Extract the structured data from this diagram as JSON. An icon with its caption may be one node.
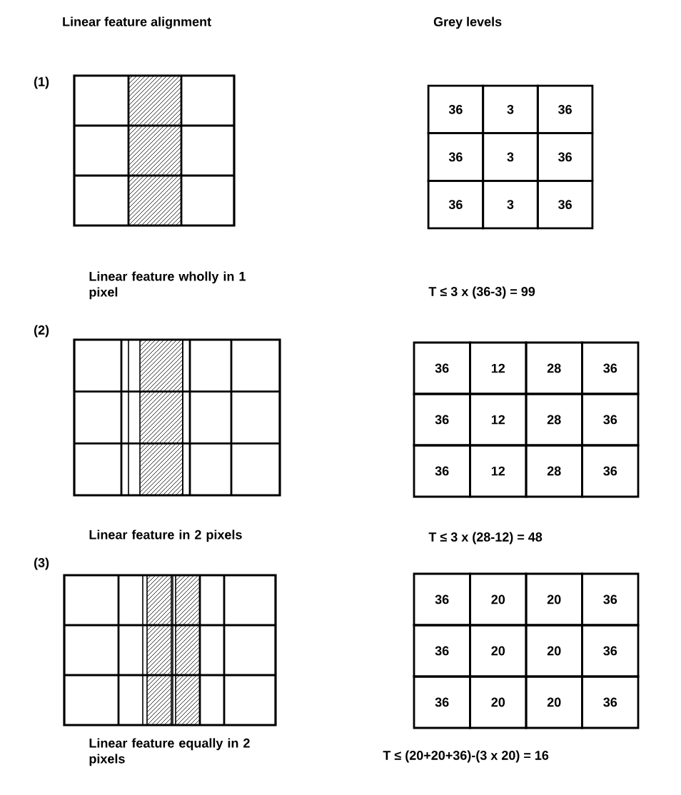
{
  "diagram": {
    "labels": [
      "Linear feature alignment",
      "Grey levels",
      "(1)",
      "36",
      "3",
      "36",
      "36",
      "3",
      "36",
      "36",
      "3",
      "36",
      "Linear feature wholly in 1 pixel",
      "T ≤ 3 x (36-3) = 99",
      "(2)",
      "36",
      "12",
      "28",
      "36",
      "36",
      "12",
      "28",
      "36",
      "36",
      "12",
      "28",
      "36",
      "Linear feature in 2 pixels",
      "T ≤ 3 x (28-12) = 48",
      "(3)",
      "36",
      "20",
      "20",
      "36",
      "36",
      "20",
      "20",
      "36",
      "36",
      "20",
      "20",
      "36",
      "Linear feature equally in 2 pixels",
      "T ≤ (20+20+36)-(3 x 20) = 16"
    ]
  }
}
